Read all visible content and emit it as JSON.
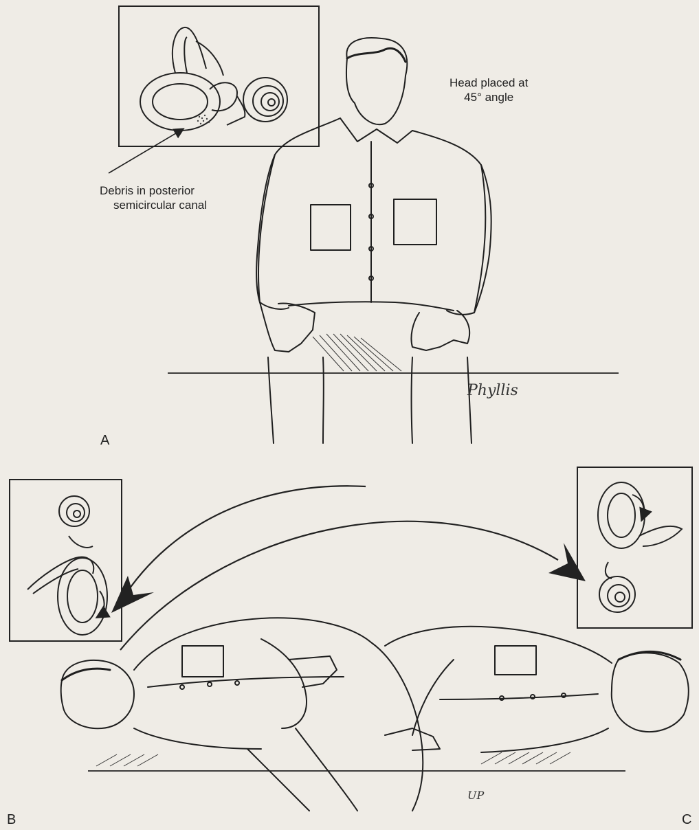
{
  "labels": {
    "head_line1": "Head placed at",
    "head_line2": "45° angle",
    "debris_line1": "Debris in posterior",
    "debris_line2": "semicircular canal"
  },
  "panels": {
    "a": "A",
    "b": "B",
    "c": "C"
  },
  "signatures": {
    "artist_a": "Phyllis",
    "artist_bc": "UP"
  },
  "colors": {
    "paper": "#efece6",
    "ink": "#1a1a1a"
  }
}
